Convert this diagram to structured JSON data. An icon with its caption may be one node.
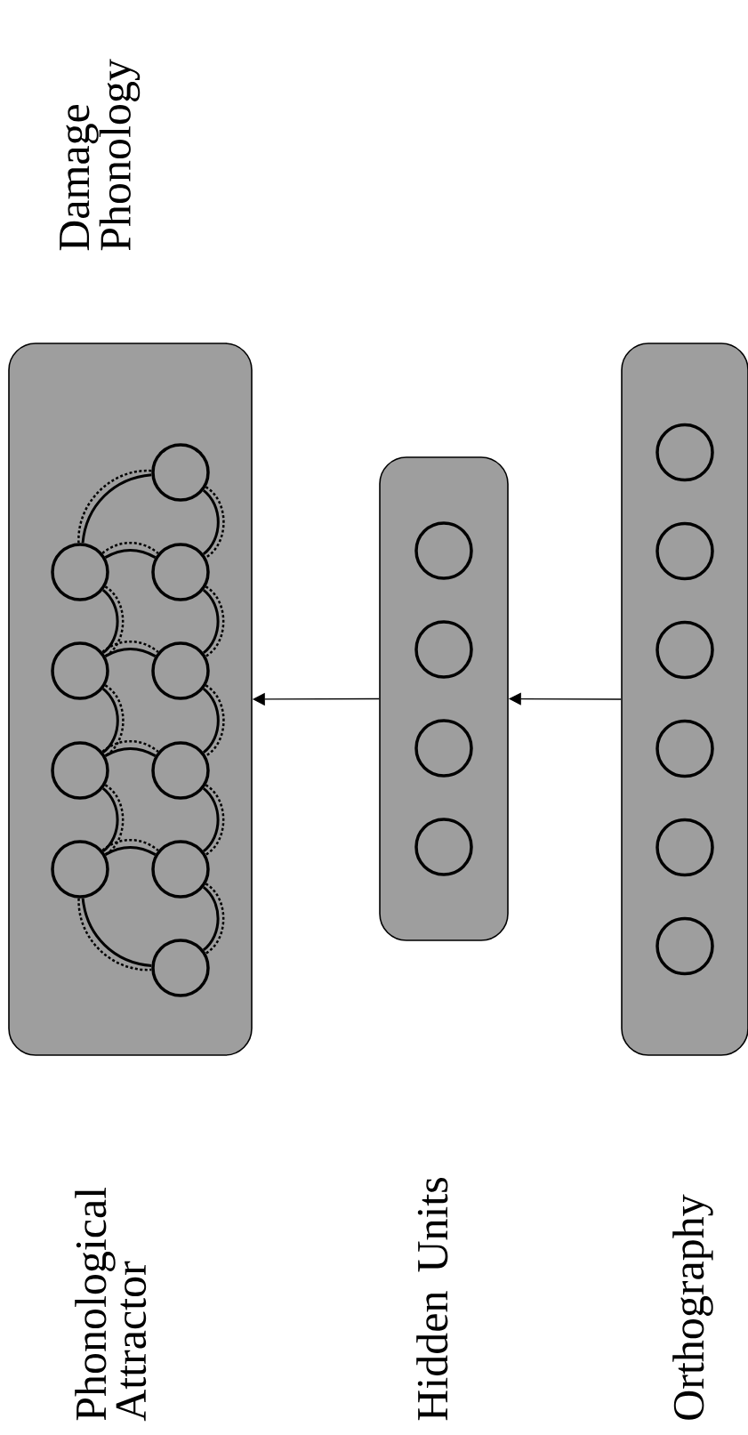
{
  "diagram": {
    "nodes": [
      {
        "text": [],
        "shape": "box"
      },
      {
        "text": [],
        "shape": "box"
      },
      {
        "text": [],
        "shape": "box"
      },
      {
        "text": [],
        "shape": "circle",
        "in": 0
      },
      {
        "text": [],
        "shape": "circle",
        "in": 0
      },
      {
        "text": [],
        "shape": "circle",
        "in": 0
      },
      {
        "text": [],
        "shape": "circle",
        "in": 0
      },
      {
        "text": [],
        "shape": "circle",
        "in": 0
      },
      {
        "text": [],
        "shape": "circle",
        "in": 0
      },
      {
        "text": [],
        "shape": "circle",
        "in": 0
      },
      {
        "text": [],
        "shape": "circle",
        "in": 0
      },
      {
        "text": [],
        "shape": "circle",
        "in": 0
      },
      {
        "text": [],
        "shape": "circle",
        "in": 0
      },
      {
        "text": [],
        "shape": "circle",
        "in": 1
      },
      {
        "text": [],
        "shape": "circle",
        "in": 1
      },
      {
        "text": [],
        "shape": "circle",
        "in": 1
      },
      {
        "text": [],
        "shape": "circle",
        "in": 1
      },
      {
        "text": [],
        "shape": "circle",
        "in": 2
      },
      {
        "text": [],
        "shape": "circle",
        "in": 2
      },
      {
        "text": [],
        "shape": "circle",
        "in": 2
      },
      {
        "text": [],
        "shape": "circle",
        "in": 2
      },
      {
        "text": [],
        "shape": "circle",
        "in": 2
      },
      {
        "text": [],
        "shape": "circle",
        "in": 2
      }
    ],
    "edges": [
      {
        "from": 2,
        "to": 1,
        "arrow": "to"
      },
      {
        "from": 1,
        "to": 0,
        "arrow": "to"
      },
      {
        "from": 3,
        "to": 4,
        "arrow": "none"
      },
      {
        "from": 3,
        "to": 4,
        "arrow": "none",
        "style": "dashed"
      },
      {
        "from": 3,
        "to": 5,
        "arrow": "none"
      },
      {
        "from": 3,
        "to": 5,
        "arrow": "none",
        "style": "dashed"
      },
      {
        "from": 4,
        "to": 5,
        "arrow": "none"
      },
      {
        "from": 4,
        "to": 5,
        "arrow": "none",
        "style": "dashed"
      },
      {
        "from": 4,
        "to": 6,
        "arrow": "none"
      },
      {
        "from": 4,
        "to": 6,
        "arrow": "none",
        "style": "dashed"
      },
      {
        "from": 5,
        "to": 7,
        "arrow": "none"
      },
      {
        "from": 5,
        "to": 7,
        "arrow": "none",
        "style": "dashed"
      },
      {
        "from": 6,
        "to": 7,
        "arrow": "none"
      },
      {
        "from": 6,
        "to": 7,
        "arrow": "none",
        "style": "dashed"
      },
      {
        "from": 6,
        "to": 8,
        "arrow": "none"
      },
      {
        "from": 6,
        "to": 8,
        "arrow": "none",
        "style": "dashed"
      },
      {
        "from": 7,
        "to": 9,
        "arrow": "none"
      },
      {
        "from": 7,
        "to": 9,
        "arrow": "none",
        "style": "dashed"
      },
      {
        "from": 8,
        "to": 9,
        "arrow": "none"
      },
      {
        "from": 8,
        "to": 9,
        "arrow": "none",
        "style": "dashed"
      },
      {
        "from": 8,
        "to": 10,
        "arrow": "none"
      },
      {
        "from": 8,
        "to": 10,
        "arrow": "none",
        "style": "dashed"
      },
      {
        "from": 9,
        "to": 11,
        "arrow": "none"
      },
      {
        "from": 9,
        "to": 11,
        "arrow": "none",
        "style": "dashed"
      },
      {
        "from": 10,
        "to": 11,
        "arrow": "none"
      },
      {
        "from": 10,
        "to": 11,
        "arrow": "none",
        "style": "dashed"
      },
      {
        "from": 10,
        "to": 12,
        "arrow": "none"
      },
      {
        "from": 10,
        "to": 12,
        "arrow": "none",
        "style": "dashed"
      },
      {
        "from": 11,
        "to": 12,
        "arrow": "none"
      },
      {
        "from": 11,
        "to": 12,
        "arrow": "none",
        "style": "dashed"
      }
    ],
    "labels": [
      "Damage Phonology",
      "Phonological Attractor",
      "Hidden Units",
      "Orthography"
    ]
  }
}
